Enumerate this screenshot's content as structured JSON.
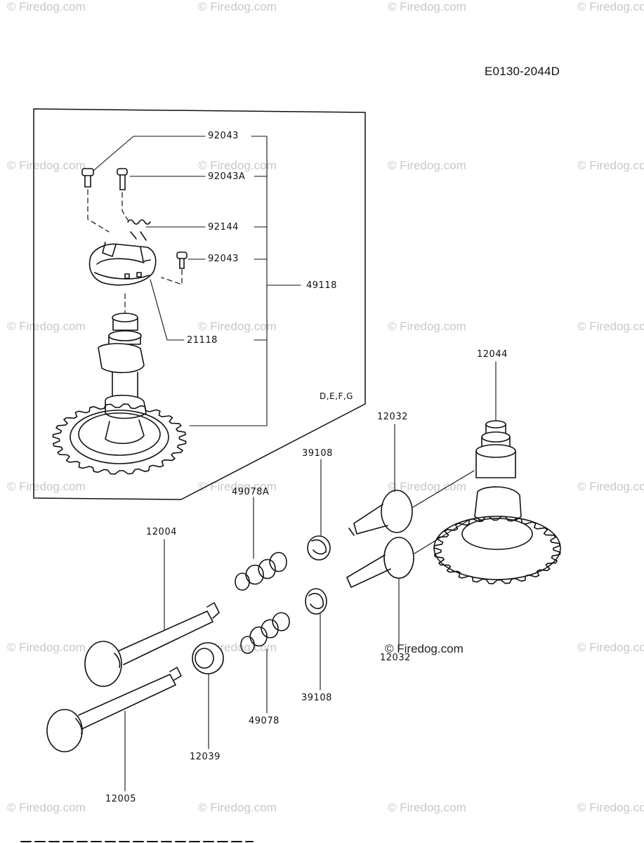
{
  "diagram": {
    "code": "E0130-2044D",
    "variant_note": "D,E,F,G",
    "watermark_text": "© Firedog.com",
    "bottom_watermark": "© Firedog.com"
  },
  "parts": [
    {
      "id": "p92043-top",
      "label": "92043"
    },
    {
      "id": "p92043A",
      "label": "92043A"
    },
    {
      "id": "p92144",
      "label": "92144"
    },
    {
      "id": "p92043-mid",
      "label": "92043"
    },
    {
      "id": "p49118",
      "label": "49118"
    },
    {
      "id": "p21118",
      "label": "21118"
    },
    {
      "id": "p12044",
      "label": "12044"
    },
    {
      "id": "p12032-top",
      "label": "12032"
    },
    {
      "id": "p39108-top",
      "label": "39108"
    },
    {
      "id": "p49078A",
      "label": "49078A"
    },
    {
      "id": "p12004",
      "label": "12004"
    },
    {
      "id": "p12032-bot",
      "label": "12032"
    },
    {
      "id": "p39108-bot",
      "label": "39108"
    },
    {
      "id": "p49078",
      "label": "49078"
    },
    {
      "id": "p12039",
      "label": "12039"
    },
    {
      "id": "p12005",
      "label": "12005"
    }
  ]
}
